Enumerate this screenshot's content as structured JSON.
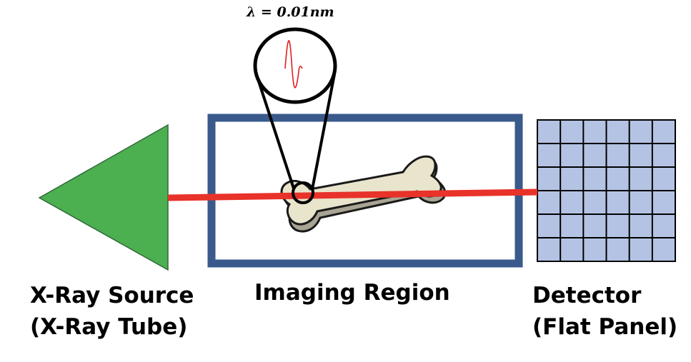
{
  "wavelength_label": "λ = 0.01nm",
  "labels": {
    "source_line1": "X-Ray Source",
    "source_line2": "(X-Ray Tube)",
    "region": "Imaging Region",
    "detector_line1": "Detector",
    "detector_line2": "(Flat Panel)"
  },
  "colors": {
    "source": "#4caf50",
    "beam": "#e8322a",
    "frame": "#3a5a8c",
    "detector_cell": "#b4c3e3",
    "bone": "#e9e4cc",
    "bone_shadow": "#a9a493",
    "wave": "#e02020"
  },
  "detector_grid": {
    "rows": 6,
    "cols": 6
  }
}
